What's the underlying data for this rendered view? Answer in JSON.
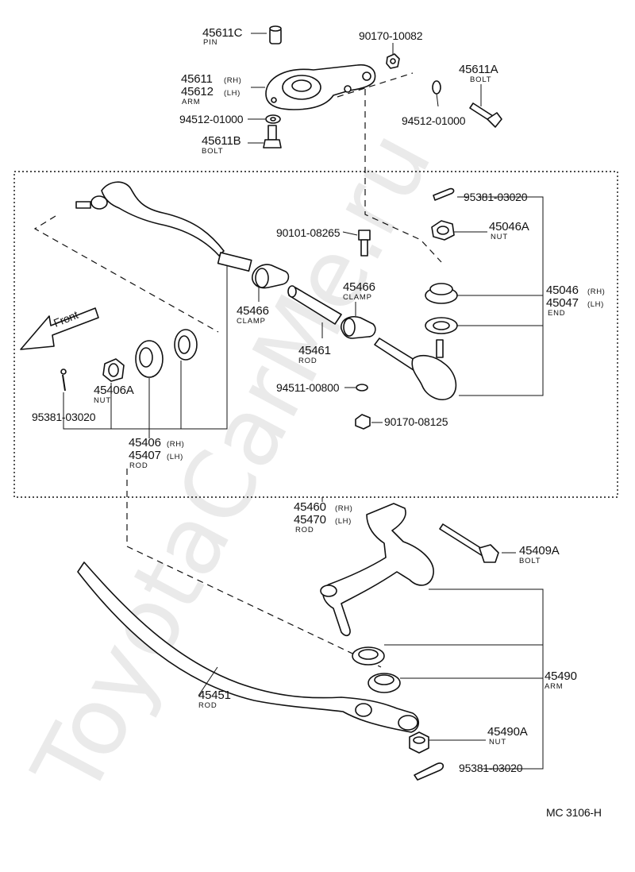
{
  "watermark": "ToyotaCarMe.ru",
  "diagram_code": "MC 3106-H",
  "front_label": "Front",
  "parts": {
    "p45611c": {
      "number": "45611C",
      "name": "PIN"
    },
    "p90170_10082": {
      "number": "90170-10082"
    },
    "p45611_arm": {
      "number1": "45611",
      "side1": "(RH)",
      "number2": "45612",
      "side2": "(LH)",
      "name": "ARM"
    },
    "p45611a": {
      "number": "45611A",
      "name": "BOLT"
    },
    "p94512_left": {
      "number": "94512-01000"
    },
    "p94512_right": {
      "number": "94512-01000"
    },
    "p45611b": {
      "number": "45611B",
      "name": "BOLT"
    },
    "p95381_top": {
      "number": "95381-03020"
    },
    "p90101": {
      "number": "90101-08265"
    },
    "p45046a": {
      "number": "45046A",
      "name": "NUT"
    },
    "p45466_right": {
      "number": "45466",
      "name": "CLAMP"
    },
    "p45466_left": {
      "number": "45466",
      "name": "CLAMP"
    },
    "p45046_end": {
      "number1": "45046",
      "side1": "(RH)",
      "number2": "45047",
      "side2": "(LH)",
      "name": "END"
    },
    "p45461": {
      "number": "45461",
      "name": "ROD"
    },
    "p45406a": {
      "number": "45406A",
      "name": "NUT"
    },
    "p94511": {
      "number": "94511-00800"
    },
    "p95381_left": {
      "number": "95381-03020"
    },
    "p45406_rod": {
      "number1": "45406",
      "side1": "(RH)",
      "number2": "45407",
      "side2": "(LH)",
      "name": "ROD"
    },
    "p90170_08125": {
      "number": "90170-08125"
    },
    "p45460_rod": {
      "number1": "45460",
      "side1": "(RH)",
      "number2": "45470",
      "side2": "(LH)",
      "name": "ROD"
    },
    "p45409a": {
      "number": "45409A",
      "name": "BOLT"
    },
    "p45490_arm": {
      "number": "45490",
      "name": "ARM"
    },
    "p45451": {
      "number": "45451",
      "name": "ROD"
    },
    "p45490a": {
      "number": "45490A",
      "name": "NUT"
    },
    "p95381_bottom": {
      "number": "95381-03020"
    }
  }
}
